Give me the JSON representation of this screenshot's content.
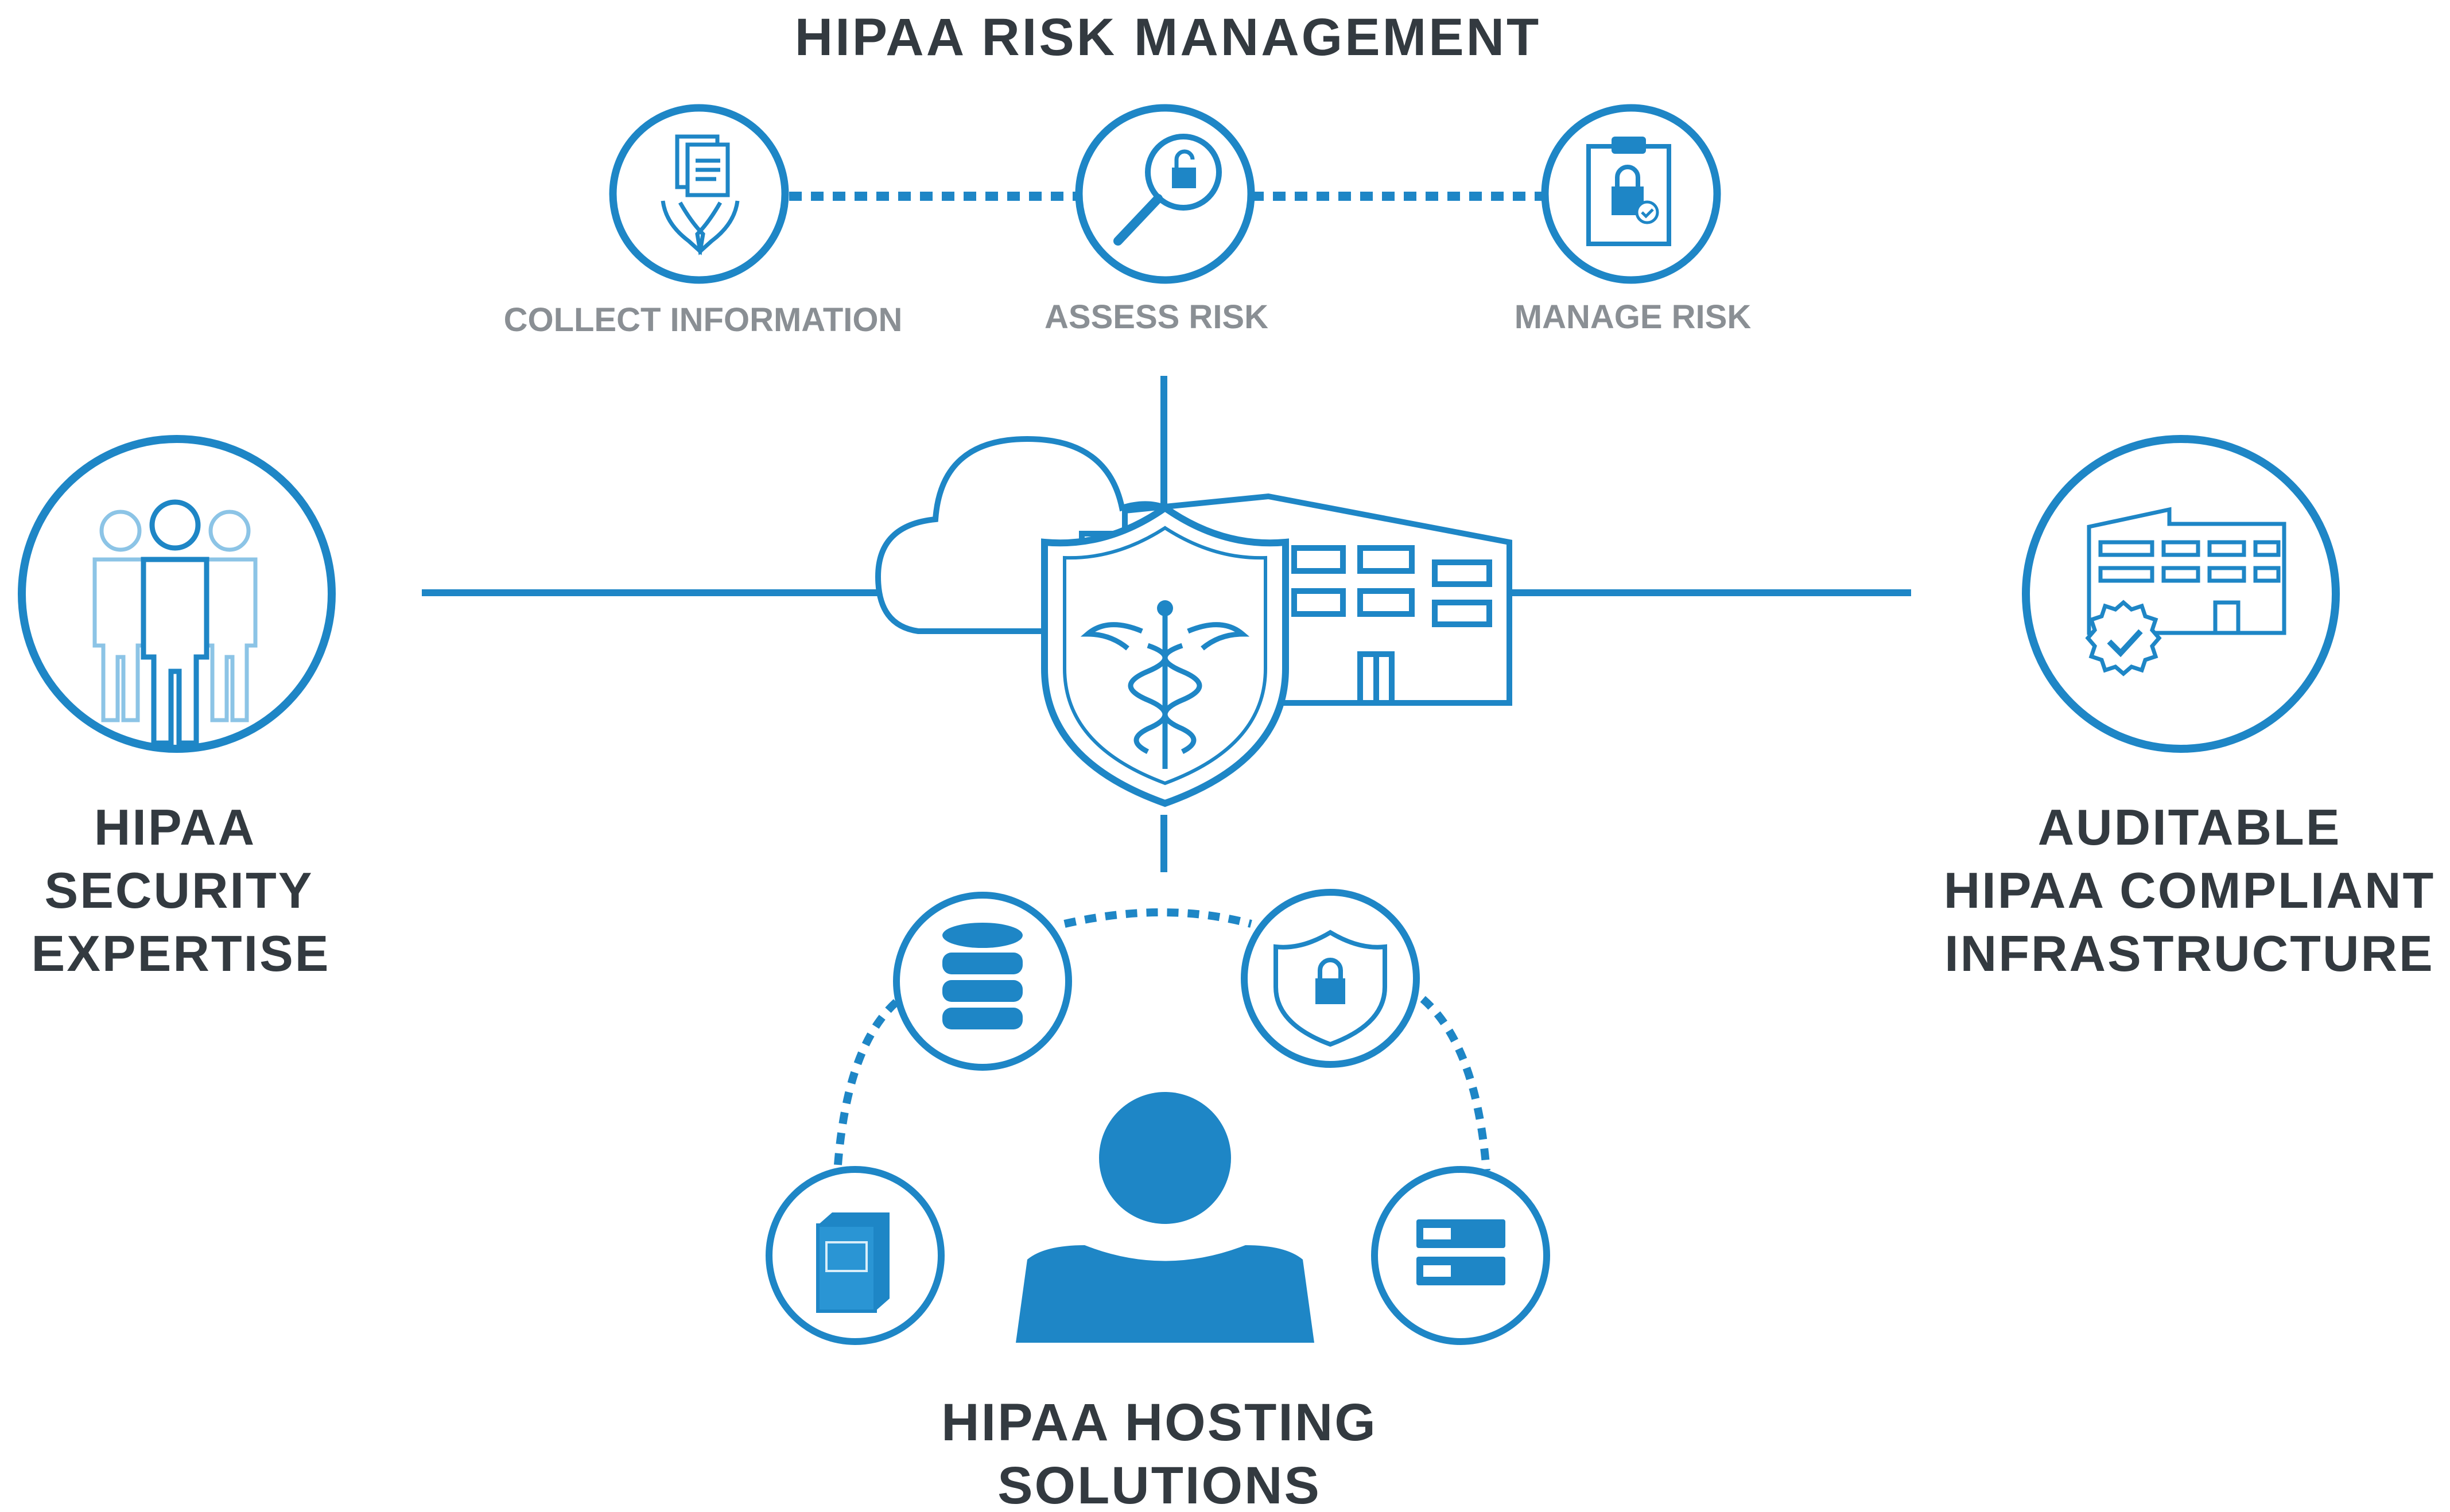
{
  "colors": {
    "accent": "#1e86c6",
    "accent_light": "#8cc4e6",
    "label_dark": "#333a40",
    "label_grey": "#8a8f94"
  },
  "top_section": {
    "title": "HIPAA RISK MANAGEMENT",
    "steps": [
      {
        "label": "COLLECT INFORMATION",
        "icon": "hands-documents-icon"
      },
      {
        "label": "ASSESS RISK",
        "icon": "magnifier-lock-icon"
      },
      {
        "label": "MANAGE RISK",
        "icon": "clipboard-lock-icon"
      }
    ]
  },
  "left_section": {
    "icon": "people-group-icon",
    "label_lines": [
      "HIPAA",
      "SECURITY",
      "EXPERTISE"
    ]
  },
  "right_section": {
    "icon": "certified-building-icon",
    "label_lines": [
      "AUDITABLE",
      "HIPAA COMPLIANT",
      "INFRASTRUCTURE"
    ]
  },
  "center": {
    "icons": [
      "cloud-icon",
      "hospital-building-icon",
      "caduceus-shield-icon"
    ]
  },
  "bottom_section": {
    "icons": [
      "server-icon",
      "database-icon",
      "shield-lock-icon",
      "server-rack-icon",
      "user-silhouette-icon"
    ],
    "label_lines": [
      "HIPAA HOSTING",
      "SOLUTIONS"
    ]
  }
}
